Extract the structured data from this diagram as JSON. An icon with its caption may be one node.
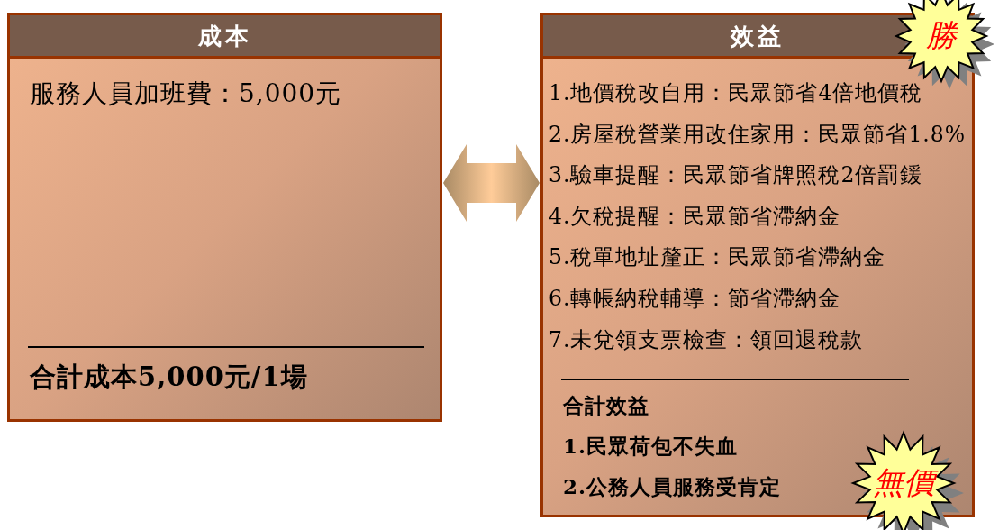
{
  "diagram": {
    "nodes": [
      {
        "text": [
          "成本",
          "服務人員加班費：5,000元",
          "合計成本5,000元/1場"
        ]
      },
      {
        "text": [
          "效益",
          "1.地價稅改自用：民眾節省4倍地價稅",
          "2.房屋稅營業用改住家用：民眾節省1.8%",
          "3.驗車提醒：民眾節省牌照稅2倍罰鍰",
          "4.欠稅提醒：民眾節省滯納金",
          "5.稅單地址釐正：民眾節省滯納金",
          "6.轉帳納稅輔導：節省滯納金",
          "7.未兌領支票檢查：領回退稅款",
          "合計效益",
          "1.民眾荷包不失血",
          "2.公務人員服務受肯定"
        ]
      },
      {
        "text": [
          "勝"
        ]
      },
      {
        "text": [
          "無價"
        ]
      }
    ],
    "edges": [
      {
        "from": 0,
        "to": 1,
        "arrow": "both"
      }
    ]
  }
}
